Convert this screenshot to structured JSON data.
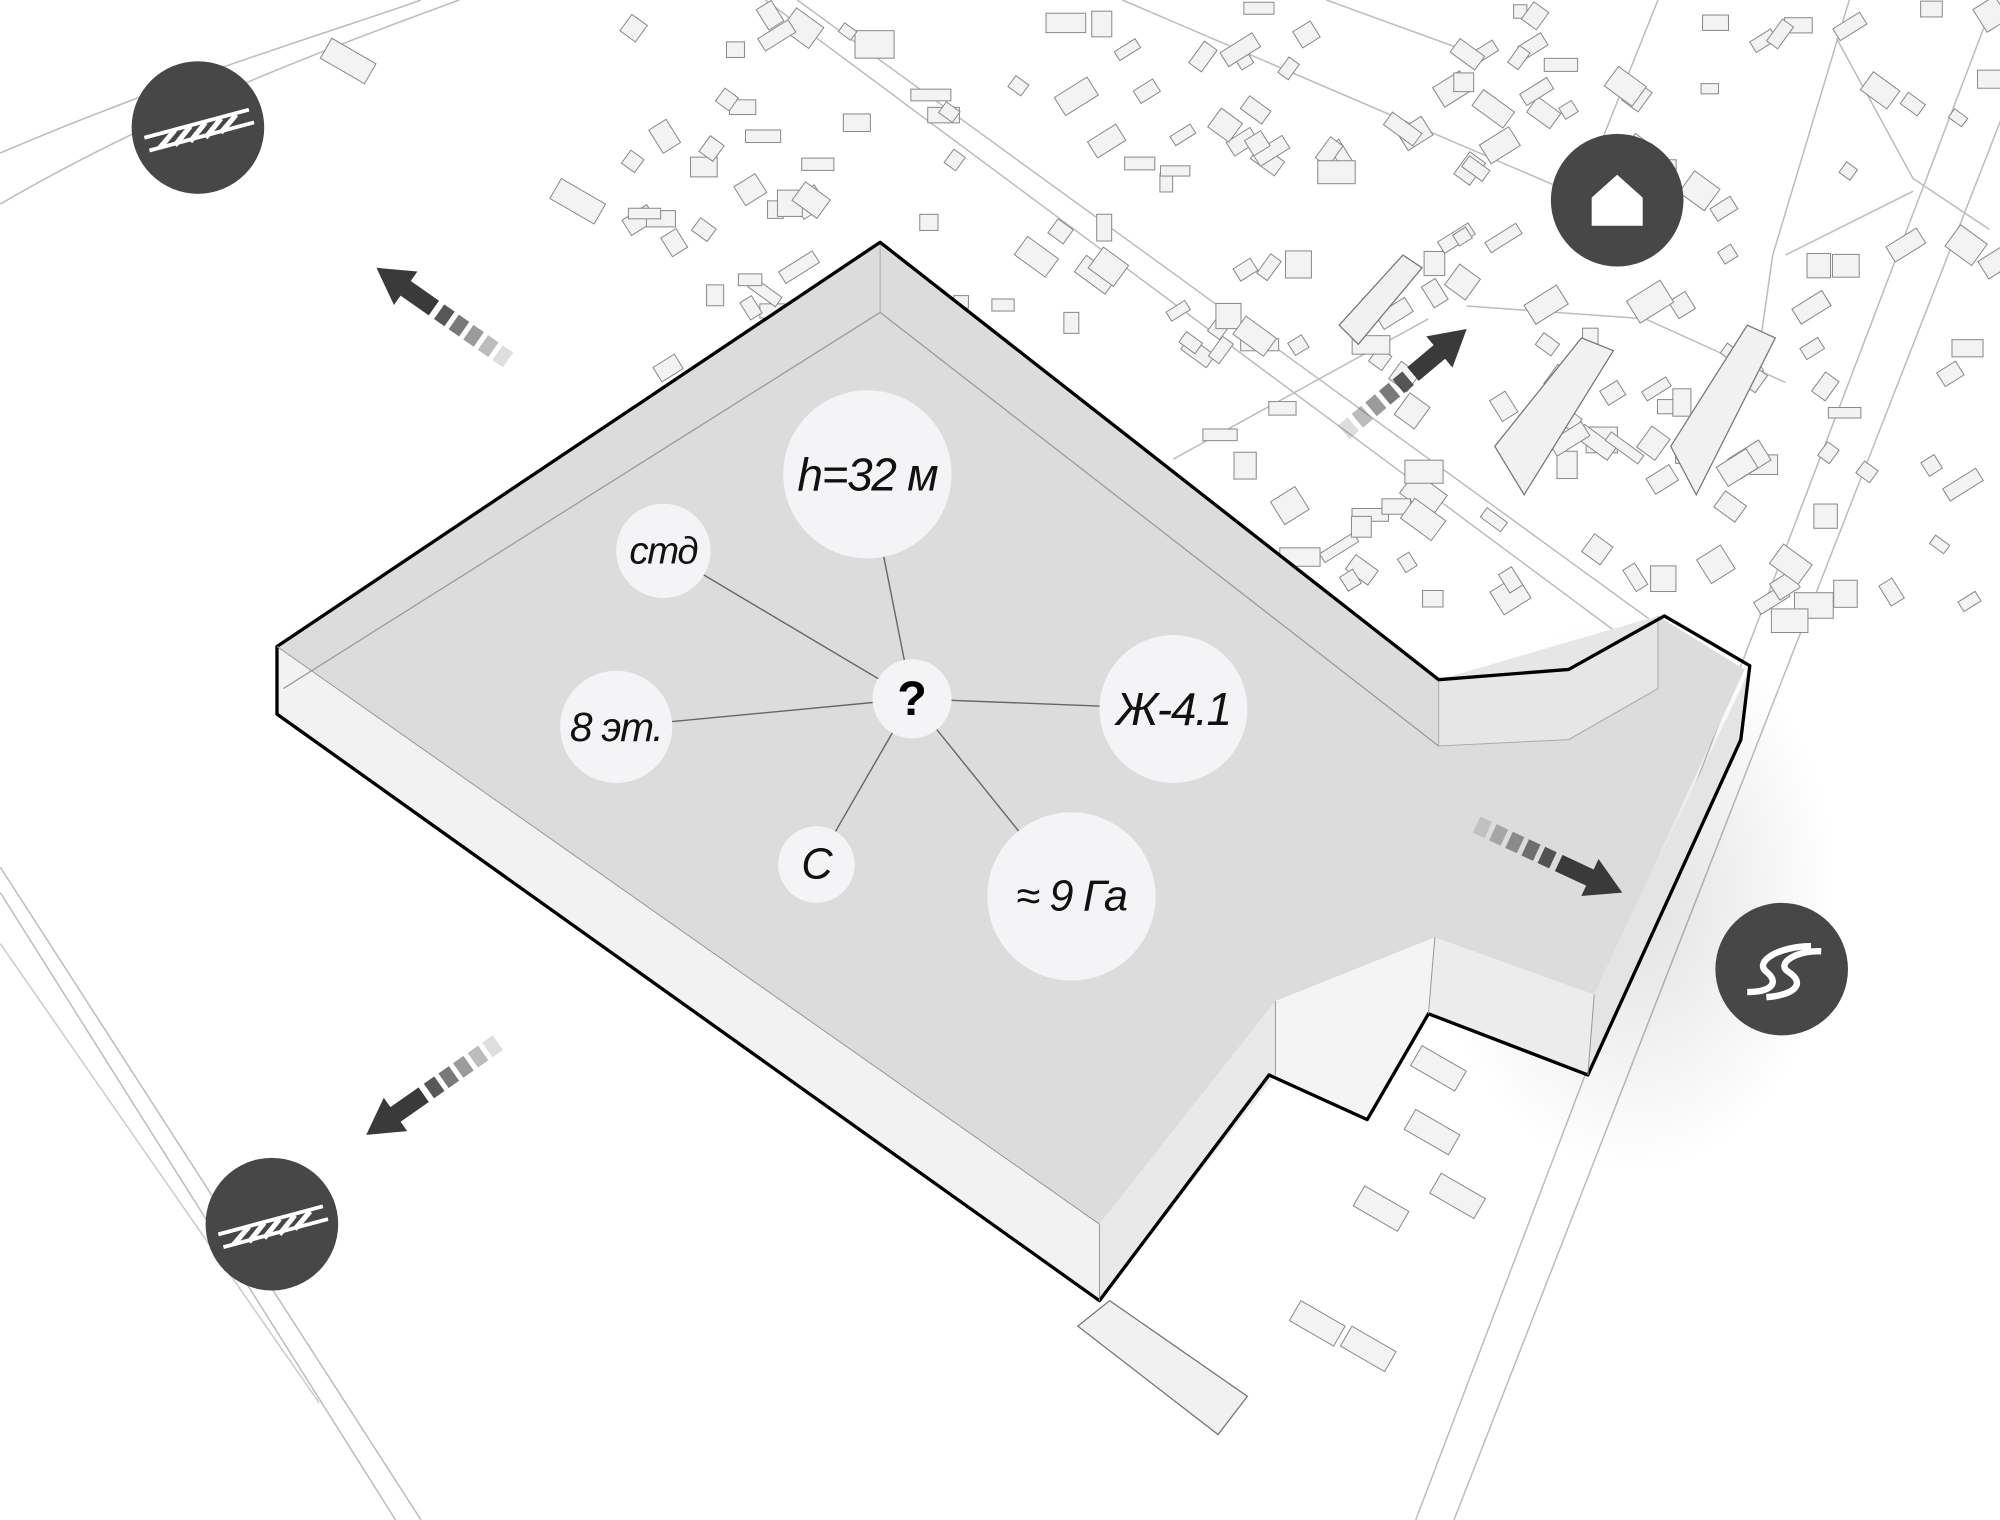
{
  "diagram": {
    "center_node": {
      "label": "?"
    },
    "nodes": [
      {
        "id": "height",
        "label": "h=32 м"
      },
      {
        "id": "type",
        "label": "СТД"
      },
      {
        "id": "floors",
        "label": "8 эт."
      },
      {
        "id": "zone",
        "label": "Ж-4.1"
      },
      {
        "id": "class",
        "label": "С"
      },
      {
        "id": "area",
        "label": "≈ 9 Га"
      }
    ],
    "landmarks": [
      {
        "id": "railway-top",
        "icon": "railway-icon"
      },
      {
        "id": "housing",
        "icon": "house-icon"
      },
      {
        "id": "highway",
        "icon": "road-icon"
      },
      {
        "id": "railway-bottom",
        "icon": "railway-icon"
      }
    ],
    "directions": [
      "northwest",
      "northeast",
      "east",
      "southwest"
    ],
    "colors": {
      "site_top": "#dcdcdc",
      "site_side": "#efefef",
      "icon_bg": "#474747",
      "arrow": "#3a3a3a",
      "node_fill": "#f4f4f6"
    }
  }
}
